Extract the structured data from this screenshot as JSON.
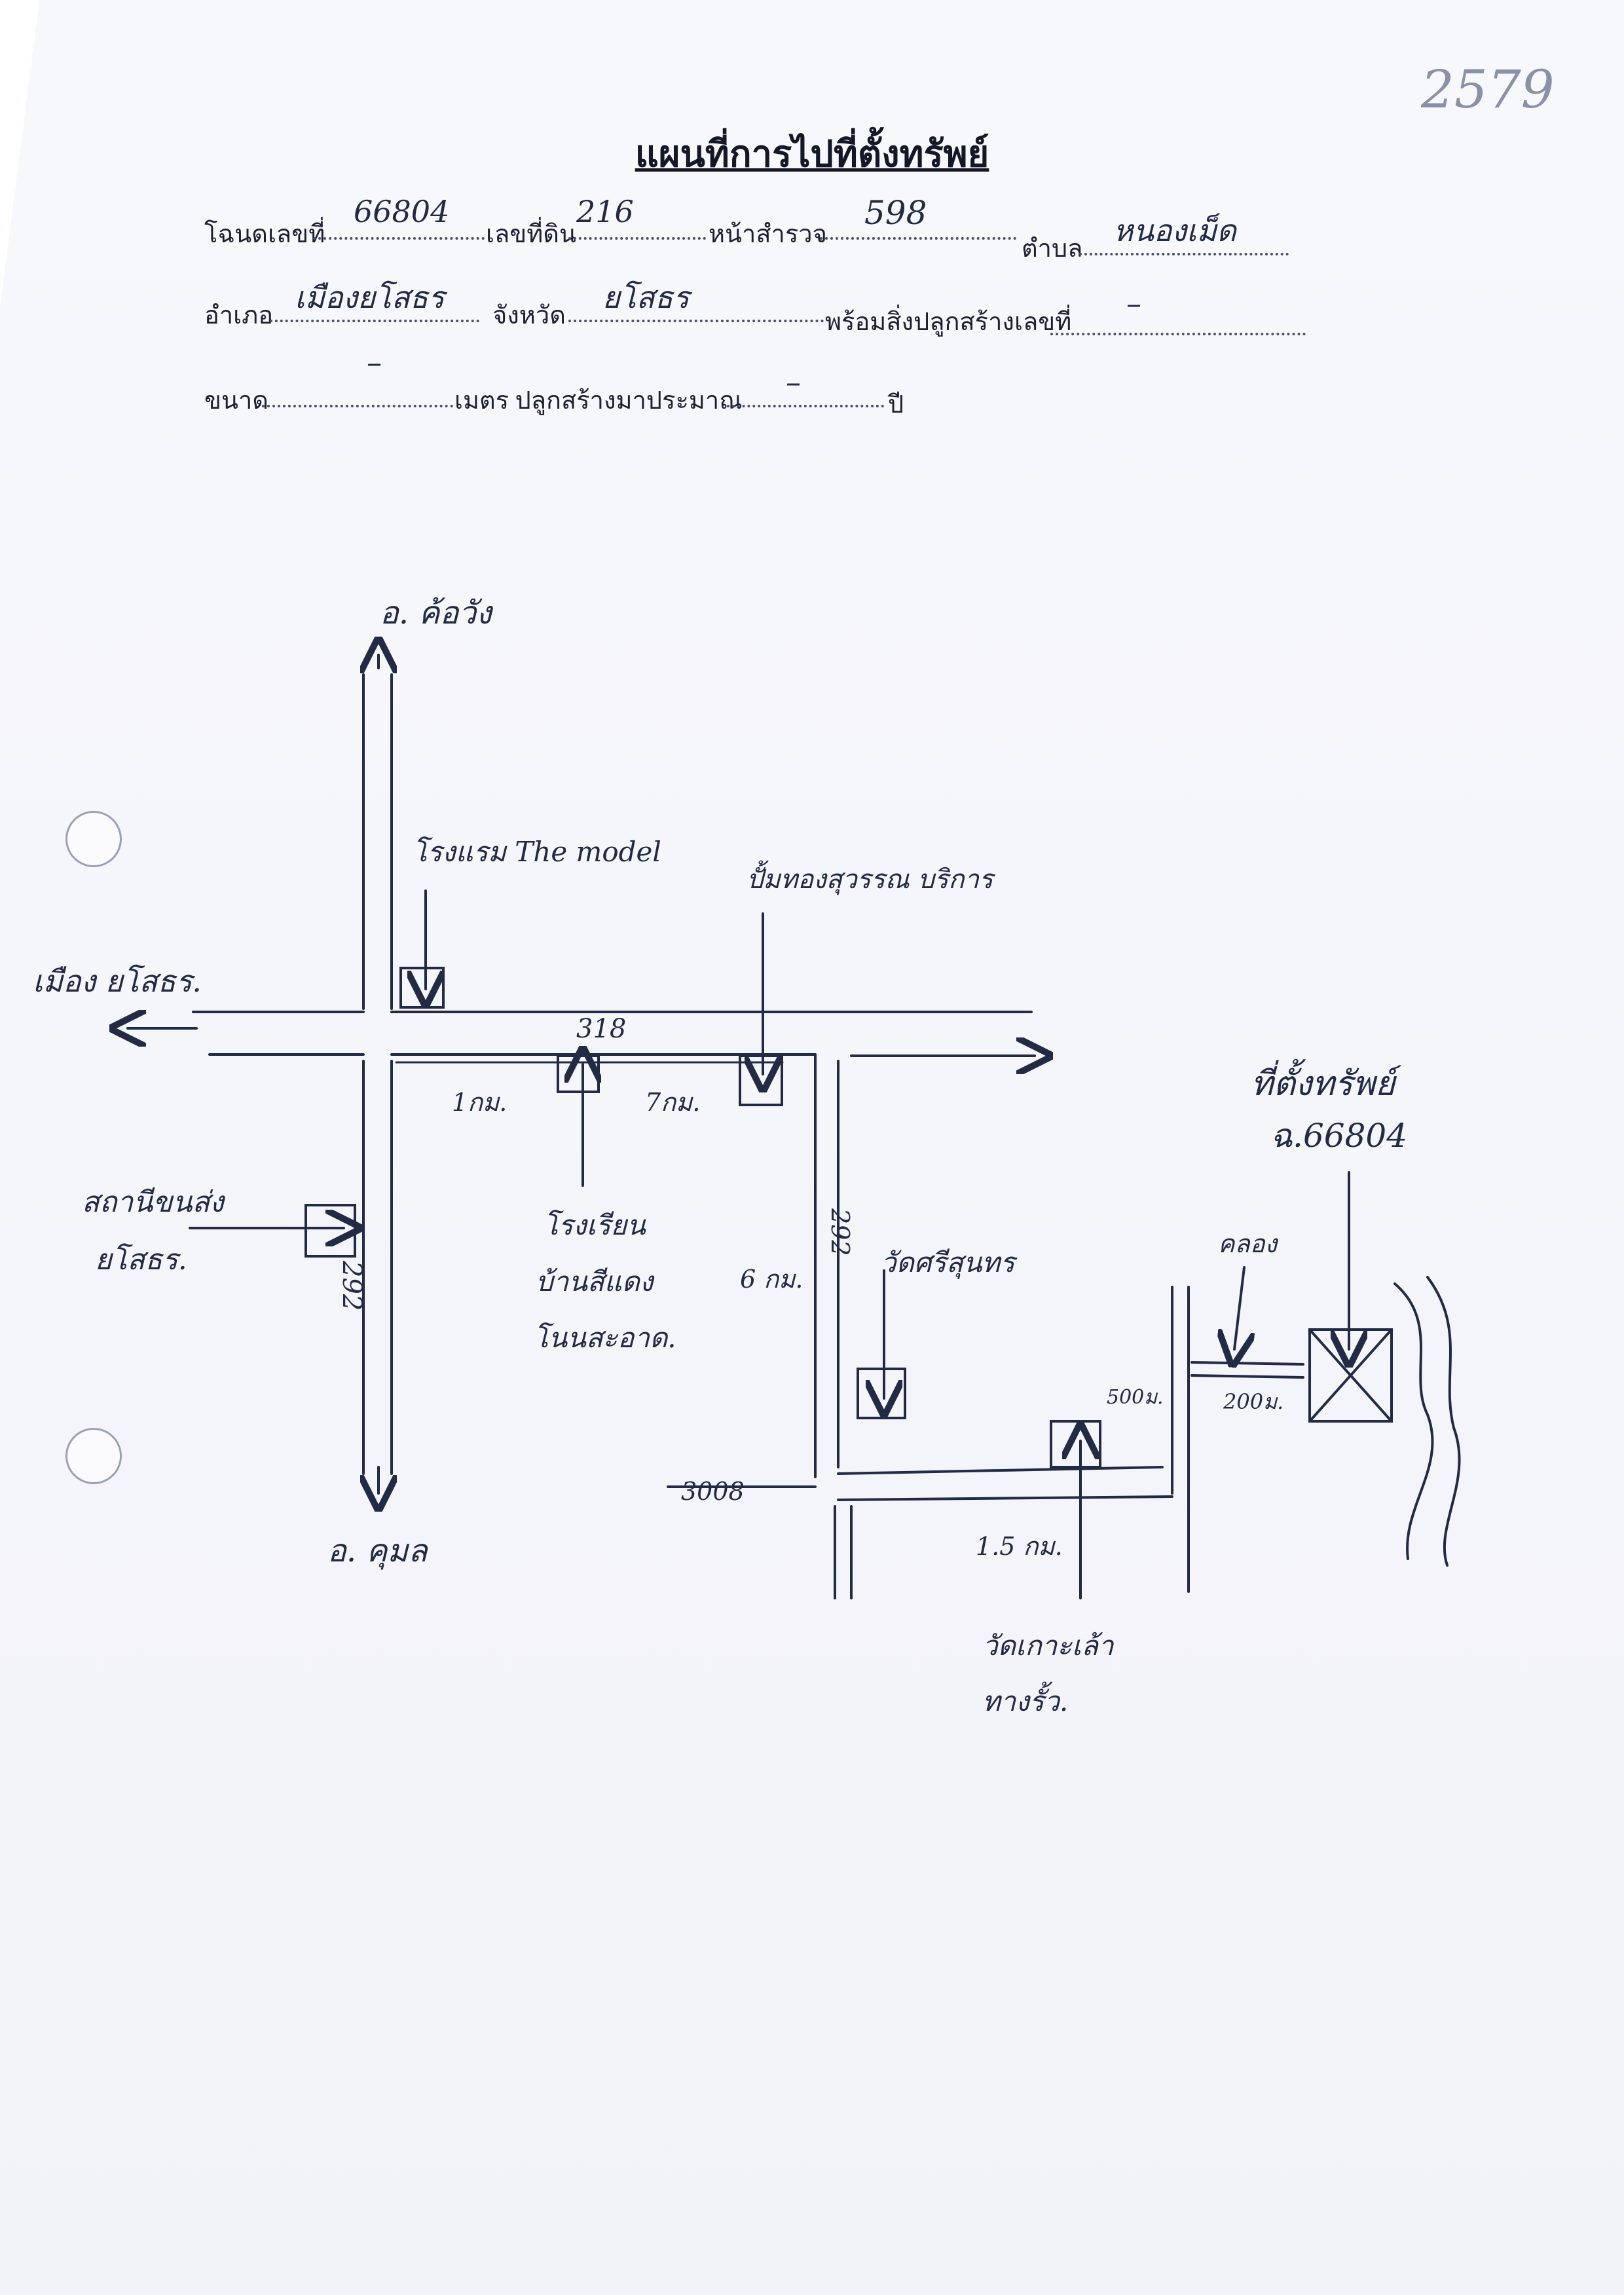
{
  "page_number_mark": "2579",
  "title": "แผนที่การไปที่ตั้งทรัพย์",
  "form": {
    "deed_label": "โฉนดเลขที่",
    "deed_value": "66804",
    "land_no_label": "เลขที่ดิน",
    "land_no_value": "216",
    "survey_page_label": "หน้าสำรวจ",
    "survey_page_value": "598",
    "subdistrict_label": "ตำบล",
    "subdistrict_value": "หนองเม็ด",
    "district_label": "อำเภอ",
    "district_value": "เมืองยโสธร",
    "province_label": "จังหวัด",
    "province_value": "ยโสธร",
    "building_label": "พร้อมสิ่งปลูกสร้างเลขที่",
    "building_value": "–",
    "size_label": "ขนาด",
    "size_value": "–",
    "size_unit": "เมตร ปลูกสร้างมาประมาณ",
    "age_value": "–",
    "age_unit": "ปี"
  },
  "map": {
    "north_label": "อ. ค้อวัง",
    "south_label": "อ. คุมล",
    "west_label": "เมือง ยโสธร.",
    "hotel_label": "โรงแรม The model",
    "gas_station_label": "ปั้มทองสุวรรณ บริการ",
    "road_318": "318",
    "road_292_main": "292",
    "road_292_branch": "292",
    "road_3008": "3008",
    "dist_1km": "1กม.",
    "dist_7km_a": "7กม.",
    "dist_6km": "6 กม.",
    "dist_1_5km": "1.5 กม.",
    "dist_500m": "500ม.",
    "dist_200m": "200ม.",
    "station_label_1": "สถานีขนส่ง",
    "station_label_2": "ยโสธร.",
    "school_label_1": "โรงเรียน",
    "school_label_2": "บ้านสีแดง",
    "school_label_3": "โนนสะอาด.",
    "temple_label": "วัดศรีสุนทร",
    "canal_label": "คลอง",
    "property_label_1": "ที่ตั้งทรัพย์",
    "property_label_2": "ฉ.66804",
    "temple2_label_1": "วัดเกาะเล้า",
    "temple2_label_2": "ทางรั้ว."
  }
}
